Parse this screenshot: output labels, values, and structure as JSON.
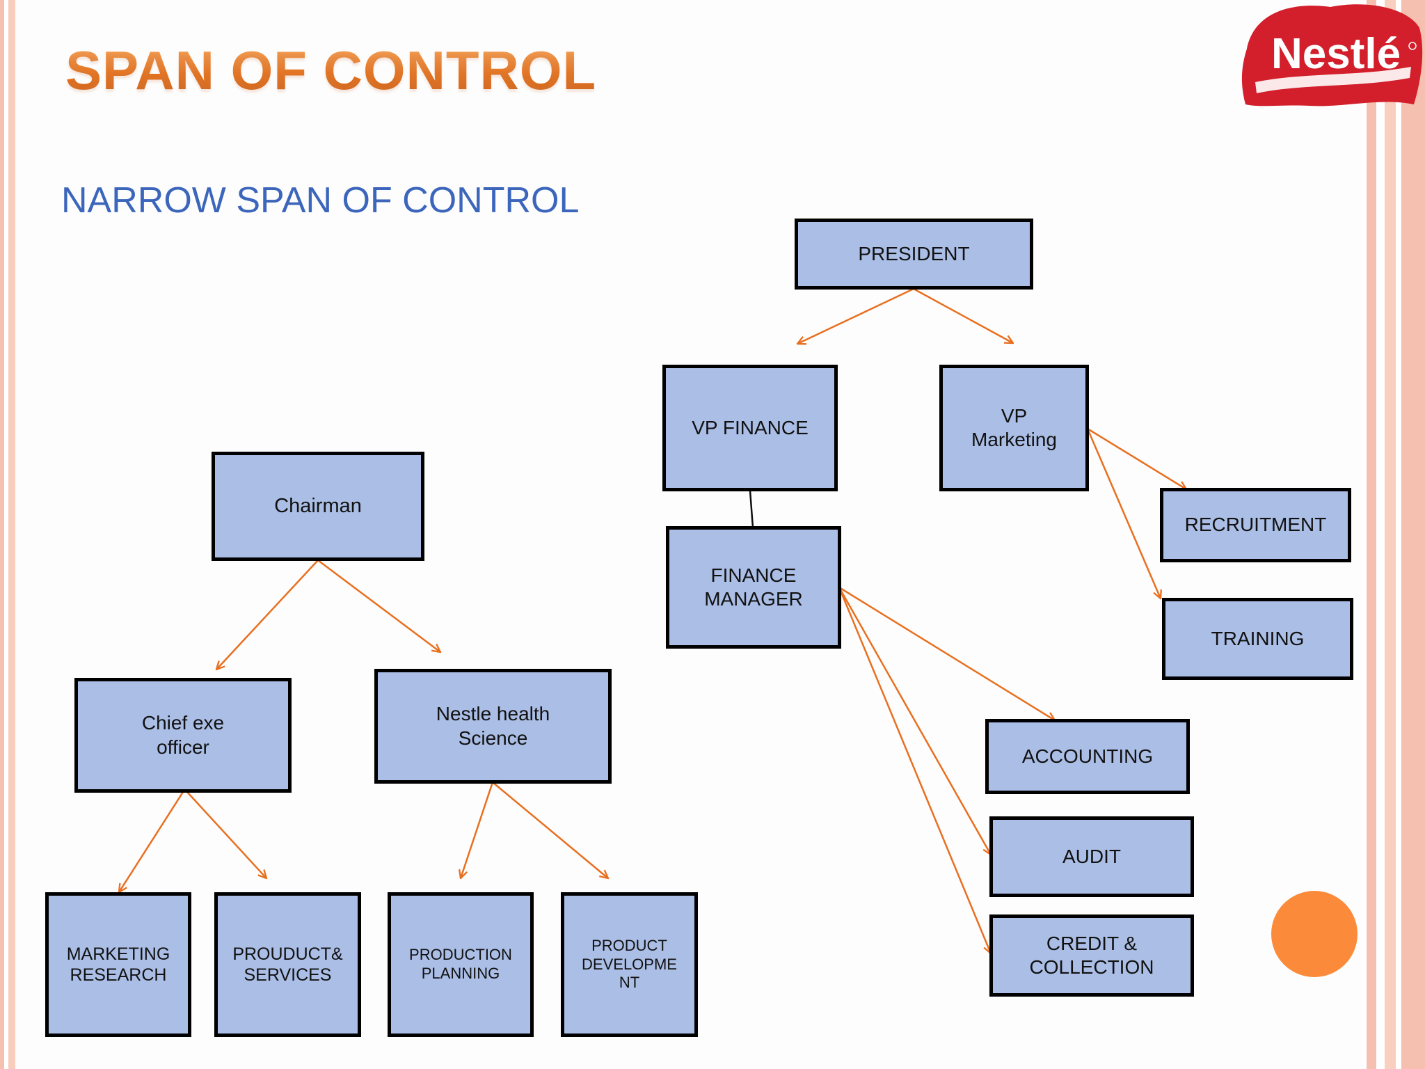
{
  "slide": {
    "title": "SPAN OF CONTROL",
    "subtitle": "NARROW SPAN OF CONTROL",
    "logo_text": "Nestlé"
  },
  "diagram": {
    "type": "org-chart",
    "nodes": {
      "president": "PRESIDENT",
      "vp_finance": "VP FINANCE",
      "vp_marketing": "VP\nMarketing",
      "finance_manager": "FINANCE\nMANAGER",
      "recruitment": "RECRUITMENT",
      "training": "TRAINING",
      "accounting": "ACCOUNTING",
      "audit": "AUDIT",
      "credit_collection": "CREDIT &\nCOLLECTION",
      "chairman": "Chairman",
      "chief_exe_officer": "Chief exe\nofficer",
      "nestle_health_science": "Nestle health\nScience",
      "marketing_research": "MARKETING\nRESEARCH",
      "product_services": "PROUDUCT&\nSERVICES",
      "production_planning": "PRODUCTION\nPLANNING",
      "product_development": "PRODUCT\nDEVELOPME\nNT"
    },
    "edges": [
      {
        "from": "president",
        "to": "vp_finance",
        "style": "arrow"
      },
      {
        "from": "president",
        "to": "vp_marketing",
        "style": "arrow"
      },
      {
        "from": "vp_finance",
        "to": "finance_manager",
        "style": "line"
      },
      {
        "from": "vp_marketing",
        "to": "recruitment",
        "style": "arrow"
      },
      {
        "from": "vp_marketing",
        "to": "training",
        "style": "arrow"
      },
      {
        "from": "finance_manager",
        "to": "accounting",
        "style": "arrow"
      },
      {
        "from": "finance_manager",
        "to": "audit",
        "style": "arrow"
      },
      {
        "from": "finance_manager",
        "to": "credit_collection",
        "style": "arrow"
      },
      {
        "from": "chairman",
        "to": "chief_exe_officer",
        "style": "arrow"
      },
      {
        "from": "chairman",
        "to": "nestle_health_science",
        "style": "arrow"
      },
      {
        "from": "chief_exe_officer",
        "to": "marketing_research",
        "style": "arrow"
      },
      {
        "from": "chief_exe_officer",
        "to": "product_services",
        "style": "arrow"
      },
      {
        "from": "nestle_health_science",
        "to": "production_planning",
        "style": "arrow"
      },
      {
        "from": "nestle_health_science",
        "to": "product_development",
        "style": "arrow"
      }
    ]
  },
  "colors": {
    "node_fill": "#abbee6",
    "node_border": "#000000",
    "arrow": "#e86f1f",
    "title": "#e27a2a",
    "subtitle": "#3c66bb",
    "accent_dot": "#fb8b3a",
    "logo_red": "#d21f2b"
  }
}
